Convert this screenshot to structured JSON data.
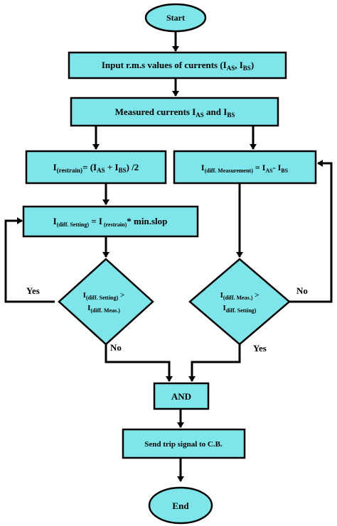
{
  "flowchart": {
    "start": "Start",
    "input_box": "Input r.m.s values of currents (I_AS, I_BS)",
    "measured_box": "Measured currents I_AS and I_BS",
    "restrain_box": "I_(restrain) = (I_AS + I_BS) /2",
    "diff_measurement_box": "I_(diff. Measurement) = I_AS - I_BS",
    "diff_setting_box": "I_(diff. Setting) = I_(restrain) * min.slop",
    "left_decision": "I_(diff. Setting) > I_(diff. Meas.)",
    "right_decision": "I_(diff. Meas.) > I_(diff. Setting)",
    "left_yes": "Yes",
    "left_no": "No",
    "right_no": "No",
    "right_yes": "Yes",
    "and_box": "AND",
    "trip_box": "Send trip signal to C.B.",
    "end": "End"
  },
  "colors": {
    "shape_fill": "#7ee6ea",
    "stroke": "#000000",
    "text": "#000000"
  }
}
